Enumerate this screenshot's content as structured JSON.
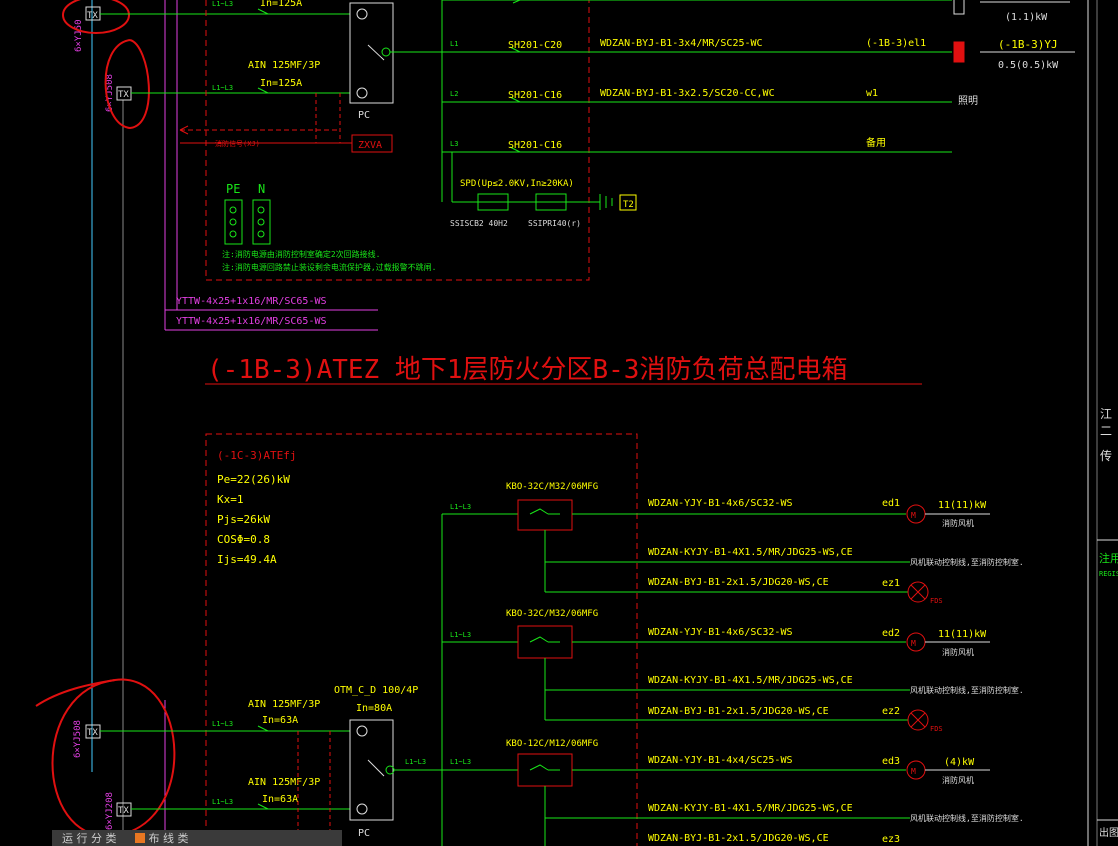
{
  "title": {
    "text": "(-1B-3)ATEZ   地下1层防火分区B-3消防负荷总配电箱"
  },
  "top": {
    "tx1": "TX",
    "tx2": "TX",
    "cable_v1": "6×YJ50",
    "cable_v2": "6×YJ508",
    "breaker_label": "AIN 125MF/3P",
    "in_top": "In=125A",
    "in2": "In=125A",
    "phase": "L1~L3",
    "pc": "PC",
    "zxva": "ZXVA",
    "fire_signal": "消防信号(XJ)",
    "circuits": [
      {
        "phase": "L1",
        "breaker": "SH201-C20",
        "cable": "WDZAN-BYJ-B1-3x4/MR/SC25-WC",
        "dest": "(-1B-3)el1",
        "load": "(-1B-3)YJ",
        "power": "0.5(0.5)kW"
      },
      {
        "phase": "L2",
        "breaker": "SH201-C16",
        "cable": "WDZAN-BYJ-B1-3x2.5/SC20-CC,WC",
        "dest": "w1",
        "load": "照明",
        "power": ""
      },
      {
        "phase": "L3",
        "breaker": "SH201-C16",
        "cable": "",
        "dest": "备用",
        "load": "",
        "power": ""
      }
    ],
    "top_power": "(1.1)kW",
    "spd": "SPD(Up≤2.0KV,In≥20KA)",
    "spd_left": "SSISCB2 40H2",
    "spd_right": "SSIPRI40(r)",
    "t2": "T2",
    "pe": "PE",
    "n": "N",
    "note1": "注:消防电源由消防控制室确定2次回路接线.",
    "note2": "注:消防电源回路禁止装设剩余电流保护器,过载报警不跳闸.",
    "feeder1": "YTTW-4x25+1x16/MR/SC65-WS",
    "feeder2": "YTTW-4x25+1x16/MR/SC65-WS"
  },
  "bottom": {
    "box_id": "(-1C-3)ATEfj",
    "pe": "Pe=22(26)kW",
    "kx": "Kx=1",
    "pjs": "Pjs=26kW",
    "cos": "COSΦ=0.8",
    "ijs": "Ijs=49.4A",
    "otm": "OTM_C_D 100/4P",
    "in_otm": "In=80A",
    "breaker_a": "AIN 125MF/3P",
    "in_a": "In=63A",
    "breaker_b": "AIN 125MF/3P",
    "in_b": "In=63A",
    "phase": "L1~L3",
    "tx1": "TX",
    "tx2": "TX",
    "cable_v1": "6×YJ508",
    "cable_v2": "6×YJ208",
    "pc": "PC",
    "groups": [
      {
        "kbo": "KBO-32C/M32/06MFG",
        "cable": "WDZAN-YJY-B1-4x6/SC32-WS",
        "id": "ed1",
        "power": "11(11)kW",
        "load": "消防风机",
        "ctrl": "WDZAN-KYJY-B1-4X1.5/MR/JDG25-WS,CE",
        "ctrl_note": "风机联动控制线,至消防控制室.",
        "ez_cable": "WDZAN-BYJ-B1-2x1.5/JDG20-WS,CE",
        "ez": "ez1",
        "fds": "FDS"
      },
      {
        "kbo": "KBO-32C/M32/06MFG",
        "cable": "WDZAN-YJY-B1-4x6/SC32-WS",
        "id": "ed2",
        "power": "11(11)kW",
        "load": "消防风机",
        "ctrl": "WDZAN-KYJY-B1-4X1.5/MR/JDG25-WS,CE",
        "ctrl_note": "风机联动控制线,至消防控制室.",
        "ez_cable": "WDZAN-BYJ-B1-2x1.5/JDG20-WS,CE",
        "ez": "ez2",
        "fds": "FDS"
      },
      {
        "kbo": "KBO-12C/M12/06MFG",
        "cable": "WDZAN-YJY-B1-4x4/SC25-WS",
        "id": "ed3",
        "power": "(4)kW",
        "load": "消防风机",
        "ctrl": "WDZAN-KYJY-B1-4X1.5/MR/JDG25-WS,CE",
        "ctrl_note": "风机联动控制线,至消防控制室.",
        "ez_cable": "WDZAN-BYJ-B1-2x1.5/JDG20-WS,CE",
        "ez": "ez3",
        "fds": ""
      }
    ]
  },
  "right_panel": {
    "t1": "江",
    "t2": "二",
    "t3": "传",
    "note": "注用",
    "regis": "REGIS",
    "out": "出图"
  },
  "bottom_tabs": {
    "tab1": "运 行 分 类",
    "tab2": "布 线 类"
  },
  "colors": {
    "green": "#19e619",
    "red": "#e01010",
    "yellow": "#ffff00",
    "magenta": "#e23fe2",
    "cyan": "#44ccff",
    "white": "#ffffff"
  }
}
